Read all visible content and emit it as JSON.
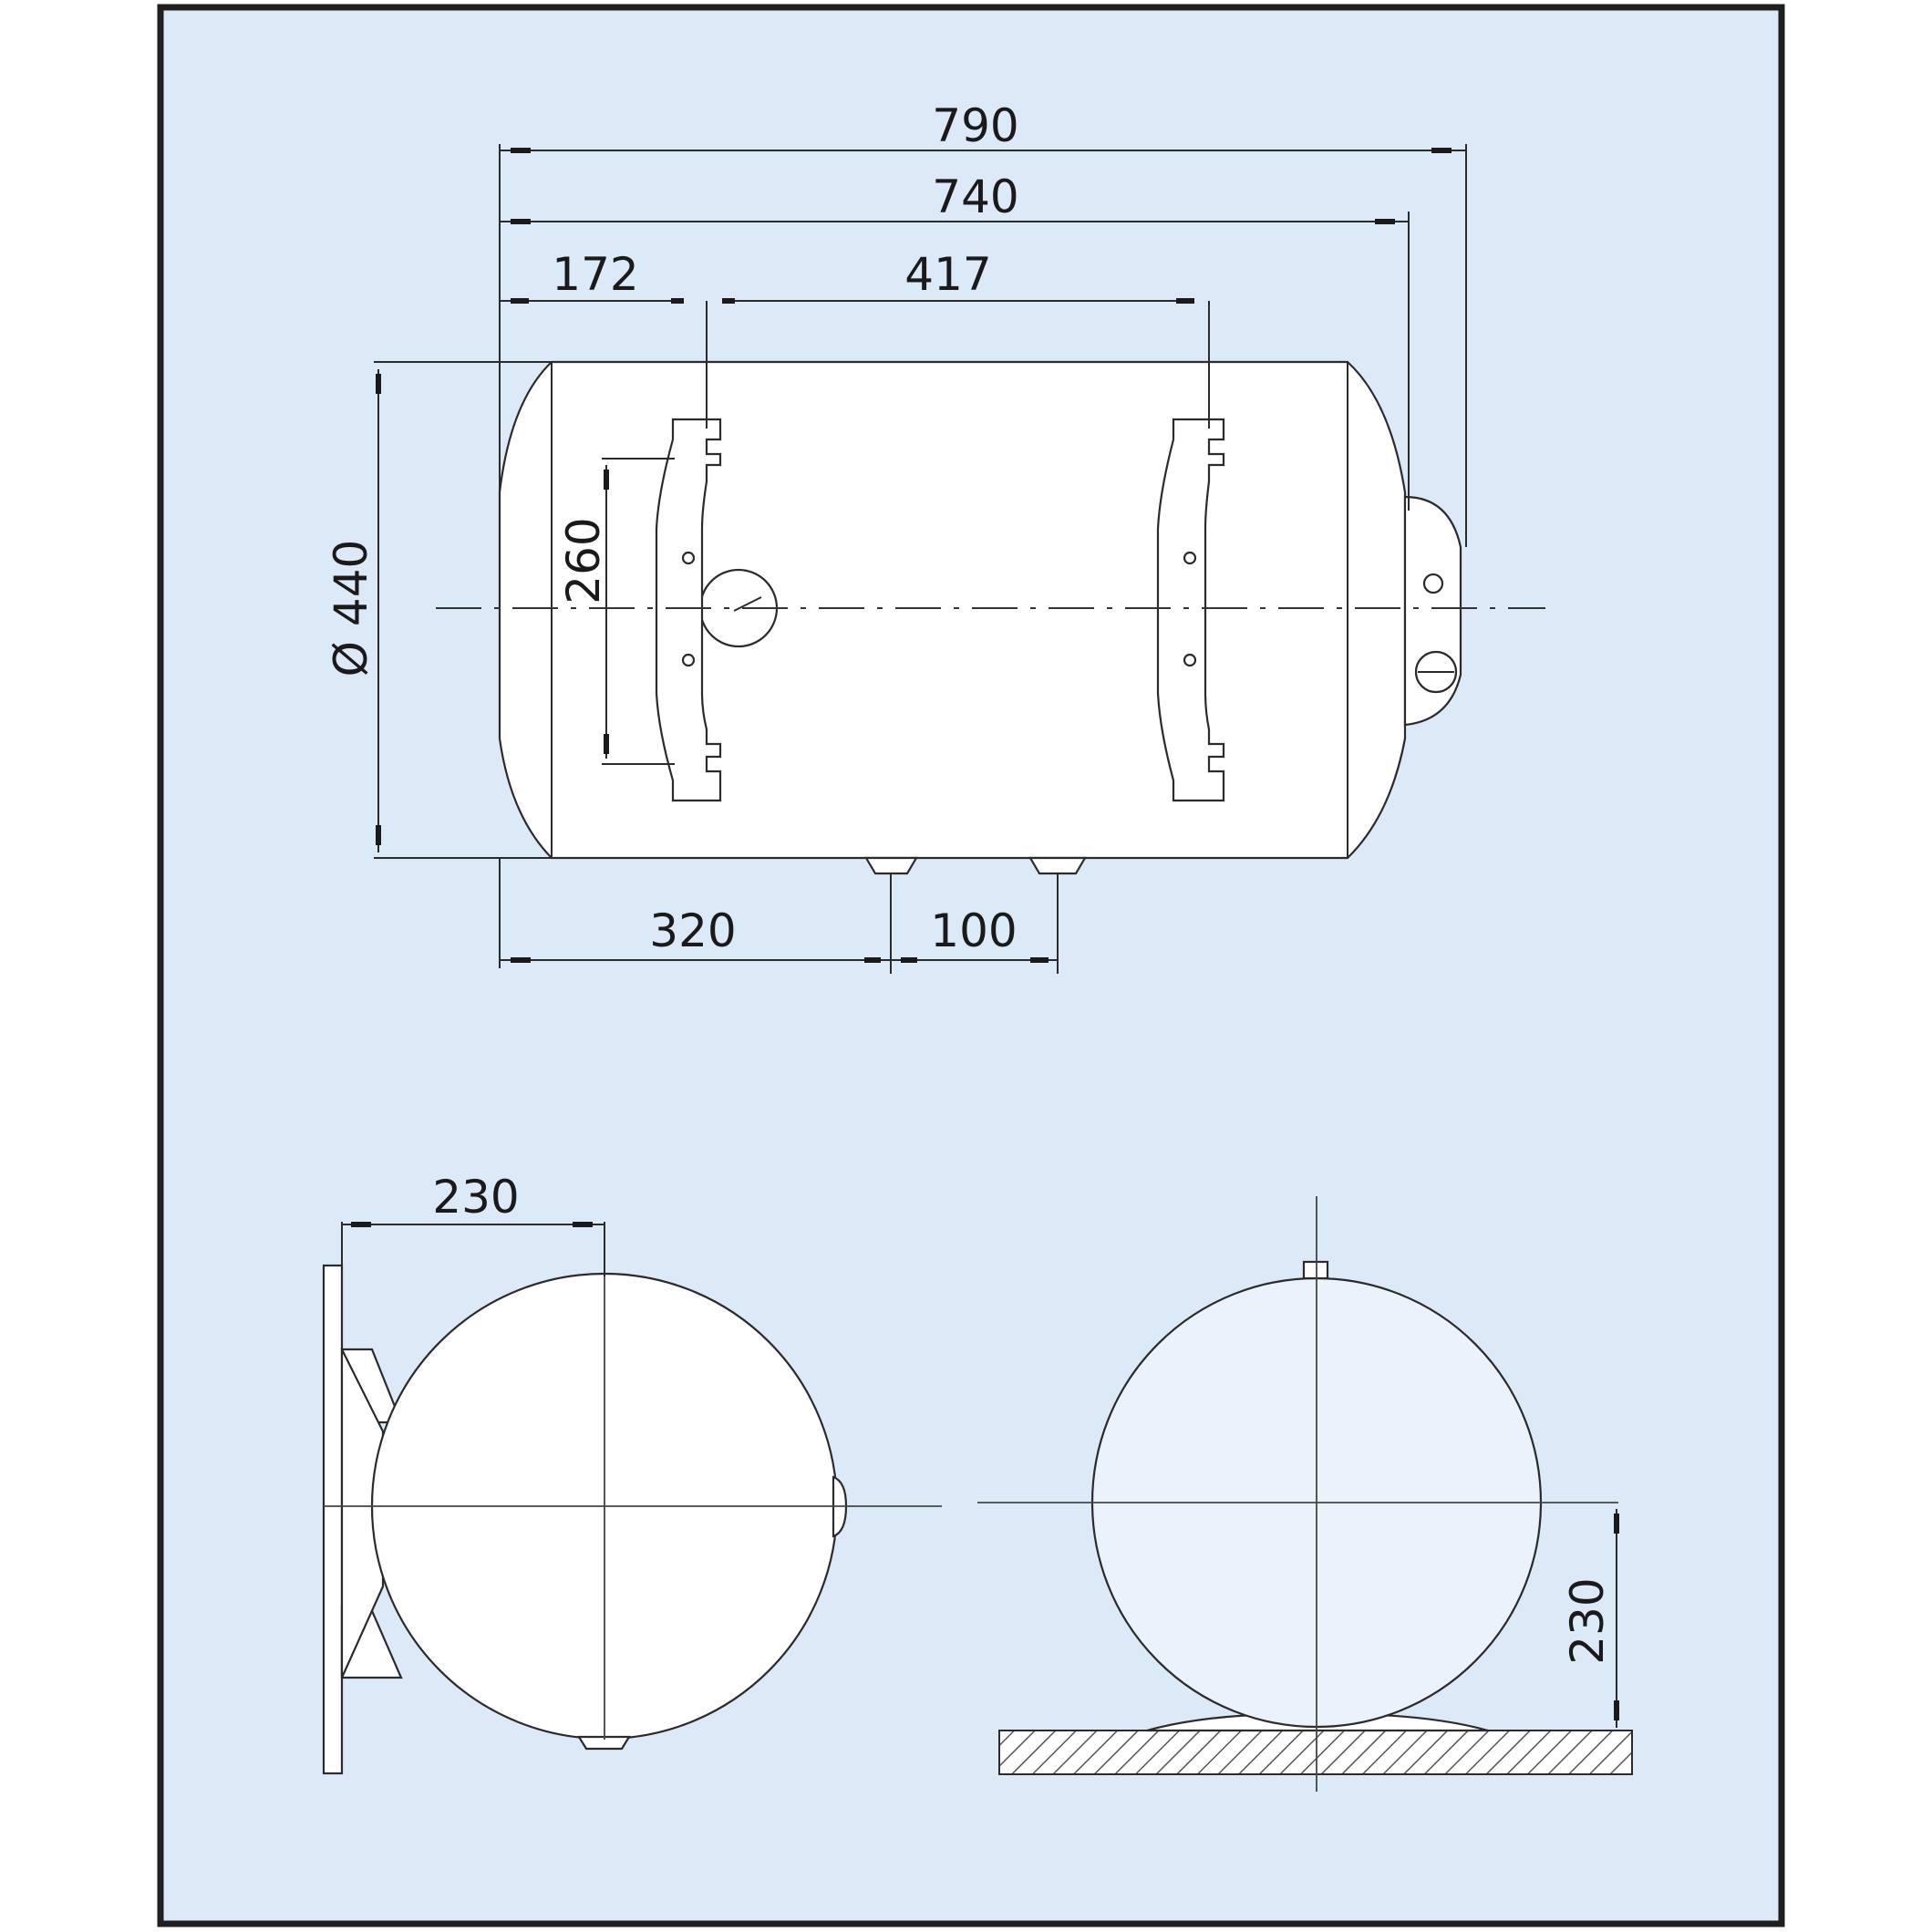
{
  "colors": {
    "background": "#dce9f6",
    "frame": "#1f1f1f",
    "line": "#2b2b2b",
    "body_fill": "#ffffff",
    "hatch": "#555555"
  },
  "dimensions": {
    "top": {
      "overall_length": "790",
      "body_length": "740",
      "first_bracket_offset": "172",
      "bracket_spacing": "417",
      "diameter": "Ø 440",
      "bracket_hole_spacing": "260",
      "pipe_offset": "320",
      "pipe_spacing": "100"
    },
    "side_left": {
      "wall_to_center": "230"
    },
    "side_right": {
      "floor_to_center": "230"
    }
  }
}
